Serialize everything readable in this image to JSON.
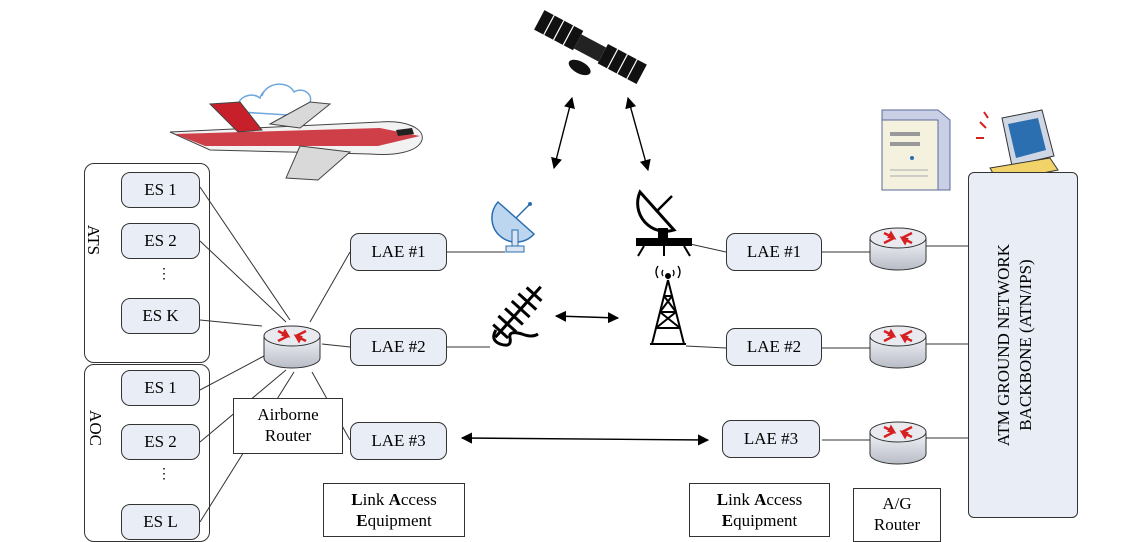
{
  "ats_group": {
    "label": "ATS",
    "items": [
      "ES 1",
      "ES 2",
      "ES K"
    ],
    "ellipsis": "⋮"
  },
  "aoc_group": {
    "label": "AOC",
    "items": [
      "ES 1",
      "ES 2",
      "ES L"
    ],
    "ellipsis": "⋮"
  },
  "airborne": {
    "router_label_line1": "Airborne",
    "router_label_line2": "Router",
    "lae": [
      "LAE #1",
      "LAE #2",
      "LAE #3"
    ],
    "caption": {
      "l": "L",
      "ink": "ink ",
      "a": "A",
      "ccess": "ccess",
      "e": "E",
      "quipment": "quipment"
    }
  },
  "ground": {
    "lae": [
      "LAE #1",
      "LAE #2",
      "LAE #3"
    ],
    "caption": {
      "l": "L",
      "ink": "ink ",
      "a": "A",
      "ccess": "ccess",
      "e": "E",
      "quipment": "quipment"
    },
    "router_caption_line1": "A/G",
    "router_caption_line2": "Router"
  },
  "backbone": {
    "line1": "ATM GROUND NETWORK",
    "line2": "BACKBONE (ATN/IPS)"
  },
  "icons": [
    "airplane-icon",
    "satellite-icon",
    "dish-antenna-icon",
    "ground-station-icon",
    "vhf-antenna-icon",
    "radio-tower-icon",
    "server-icon",
    "computer-icon",
    "router-icon"
  ],
  "colors": {
    "box_fill": "#e8edf6",
    "router_red": "#d62020",
    "plane_red": "#c8202a"
  }
}
